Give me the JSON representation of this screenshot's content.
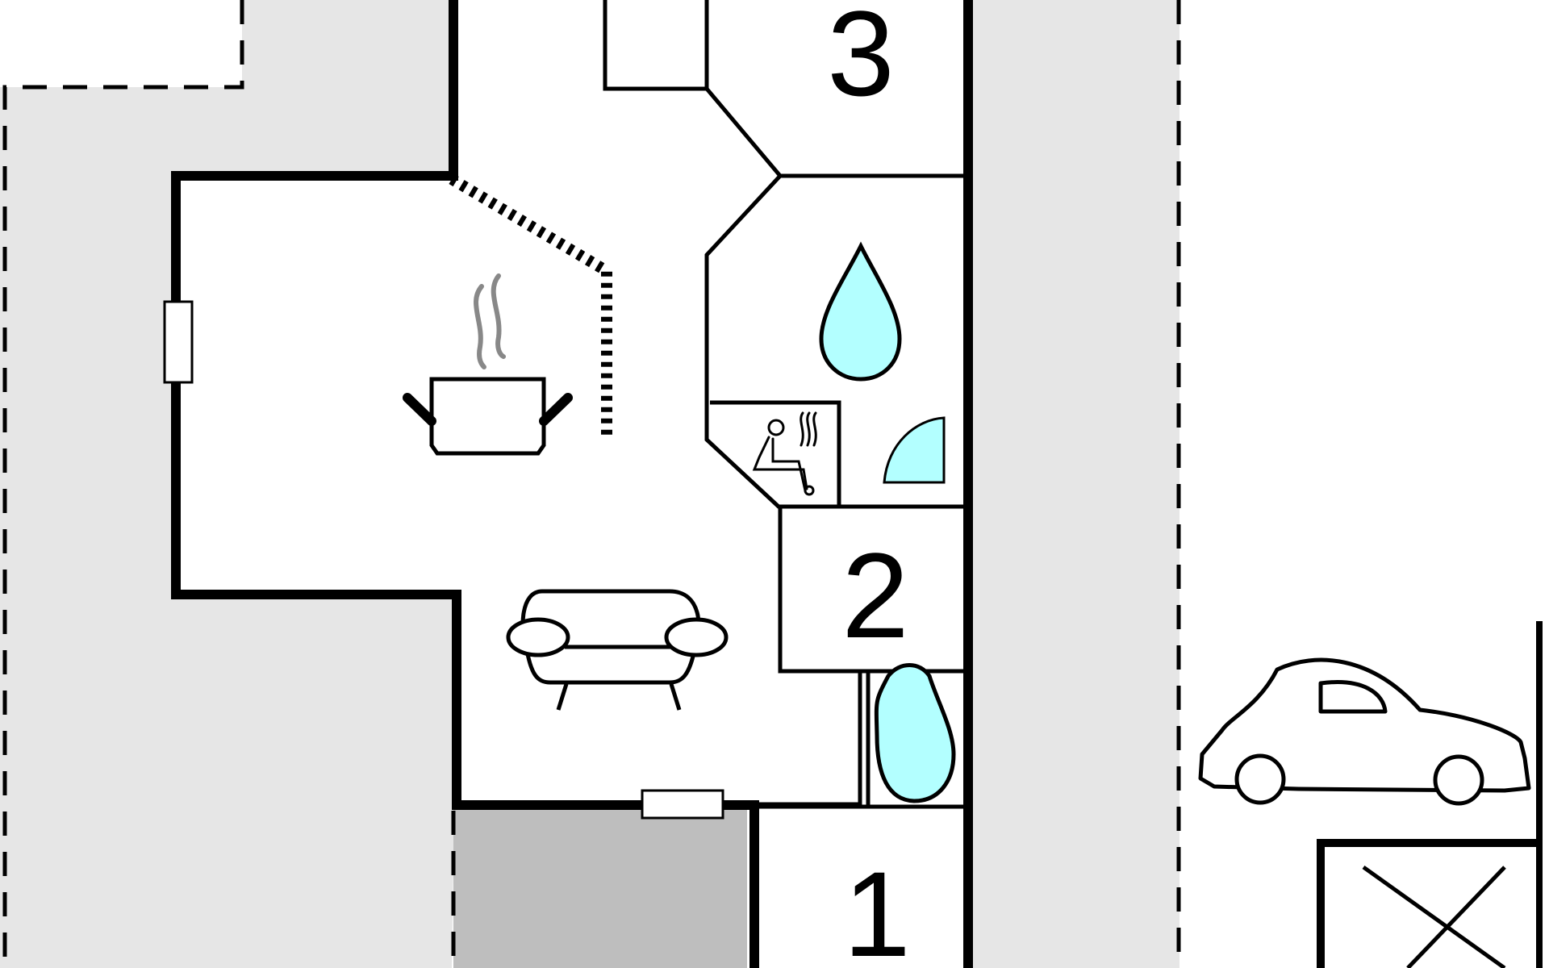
{
  "colors": {
    "wall": "#000000",
    "background": "#ffffff",
    "outdoor_area": "#e6e6e6",
    "terrace": "#bebebe",
    "water": "#b3ffff",
    "steam": "#888888"
  },
  "rooms": {
    "room_3": {
      "label": "3"
    },
    "room_2": {
      "label": "2"
    },
    "room_1": {
      "label": "1"
    }
  },
  "icons": [
    "kitchen-pot-icon",
    "sofa-icon",
    "shower-drop-icon",
    "sauna-icon",
    "shower-cabin-icon",
    "car-icon",
    "carport-icon"
  ]
}
